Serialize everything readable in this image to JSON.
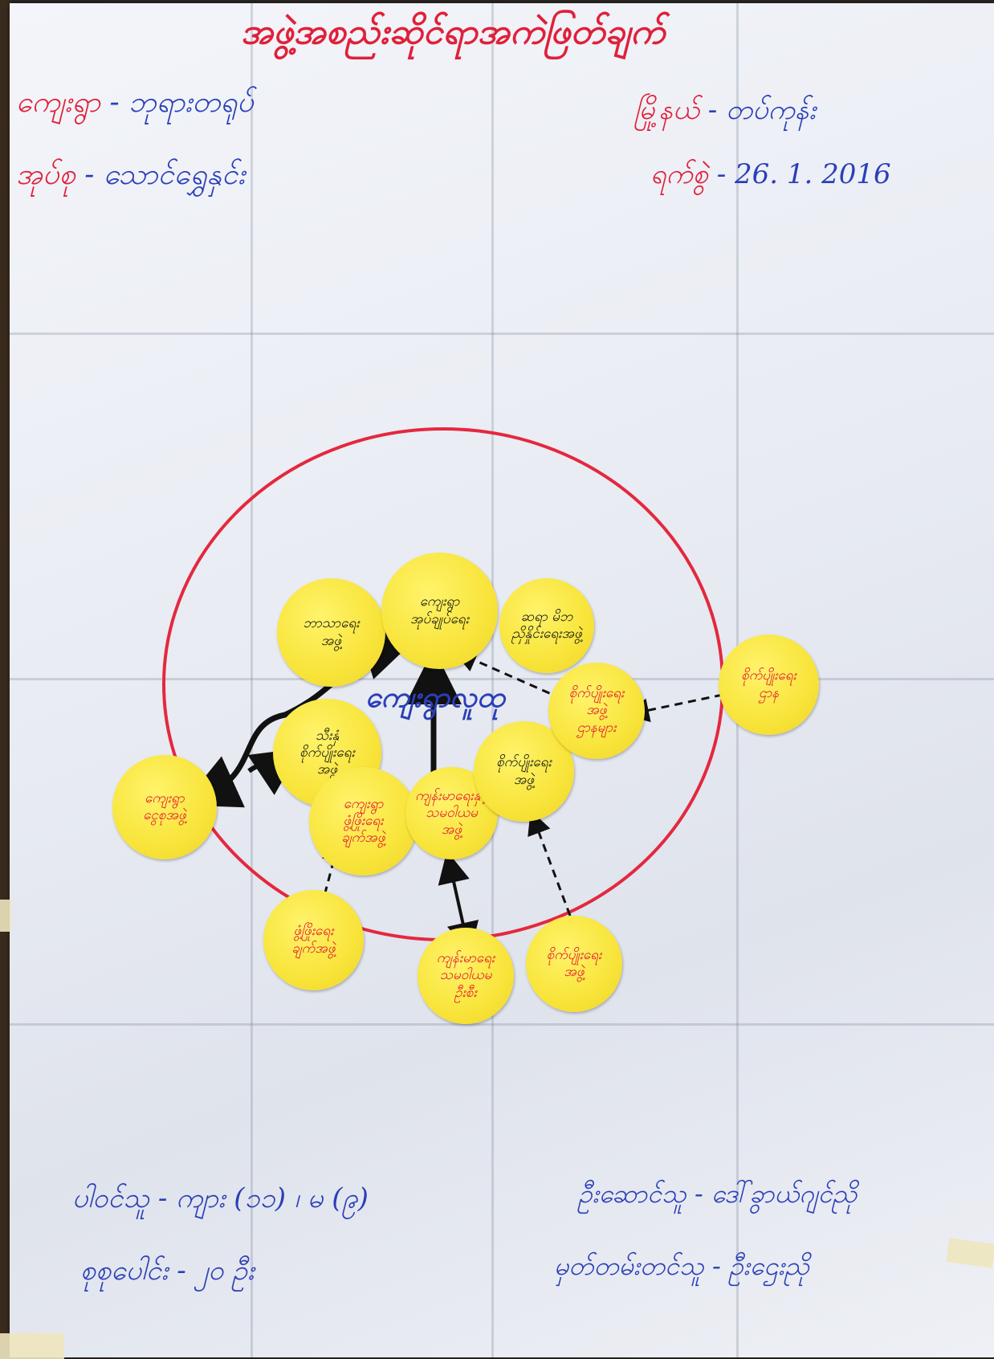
{
  "title": "အဖွဲ့အစည်းဆိုင်ရာအကဲဖြတ်ချက်",
  "header_left": [
    {
      "label": "ကျေးရွာ",
      "value": "ဘုရားတရုပ်"
    },
    {
      "label": "အုပ်စု",
      "value": "သောင်ရွှေနှင်း"
    }
  ],
  "header_right": [
    {
      "label": "မြို့နယ်",
      "value": "တပ်ကုန်း"
    },
    {
      "label": "ရက်စွဲ",
      "value": "26. 1. 2016"
    }
  ],
  "center_label": "ကျေးရွာလူထု",
  "organizations": [
    {
      "id": "religion",
      "text": "ဘာသာရေး\nအဖွဲ့",
      "color": "black"
    },
    {
      "id": "village-admin",
      "text": "ကျေးရွာ\nအုပ်ချုပ်ရေး",
      "color": "black"
    },
    {
      "id": "teacher-parent",
      "text": "ဆရာ မိဘ\nညှိနှိုင်းရေးအဖွဲ့",
      "color": "black"
    },
    {
      "id": "wash",
      "text": "သီးနှံ\nစိုက်ပျိုးရေး\nအဖွဲ့",
      "color": "black"
    },
    {
      "id": "livelihood",
      "text": "ကျေးရွာ\nဖွံ့ဖြိုးရေး\nချက်အဖွဲ့",
      "color": "red"
    },
    {
      "id": "health",
      "text": "ကျန်းမာရေးနှင့်\nသမဝါယမ\nအဖွဲ့",
      "color": "red"
    },
    {
      "id": "farmer",
      "text": "စိုက်ပျိုးရေး\nအဖွဲ့",
      "color": "black"
    },
    {
      "id": "agri-in",
      "text": "စိုက်ပျိုးရေး\nအဖွဲ့\nဌာနများ",
      "color": "red"
    },
    {
      "id": "agri-out",
      "text": "စိုက်ပျိုးရေး\nဌာန",
      "color": "red"
    },
    {
      "id": "village-fund",
      "text": "ကျေးရွာ\nငွေစုအဖွဲ့",
      "color": "red"
    },
    {
      "id": "dev-group",
      "text": "ဖွံ့ဖြိုးရေး\nချက်အဖွဲ့",
      "color": "red"
    },
    {
      "id": "coop",
      "text": "ကျန်းမာရေး\nသမဝါယမ\nဦးစီး",
      "color": "red"
    },
    {
      "id": "farmer-out",
      "text": "စိုက်ပျိုးရေး\nအဖွဲ့",
      "color": "red"
    }
  ],
  "footer_left": [
    {
      "label": "ပါဝင်သူ",
      "value": "ကျား (၁၁) ၊ မ (၉)"
    },
    {
      "label": "စုစုပေါင်း",
      "value": "၂၀ ဦး"
    }
  ],
  "footer_right": [
    {
      "label": "ဦးဆောင်သူ",
      "value": "ဒေါ်ခွာယ်ဂျင်ညို"
    },
    {
      "label": "မှတ်တမ်းတင်သူ",
      "value": "ဦးဌေးညို"
    }
  ]
}
